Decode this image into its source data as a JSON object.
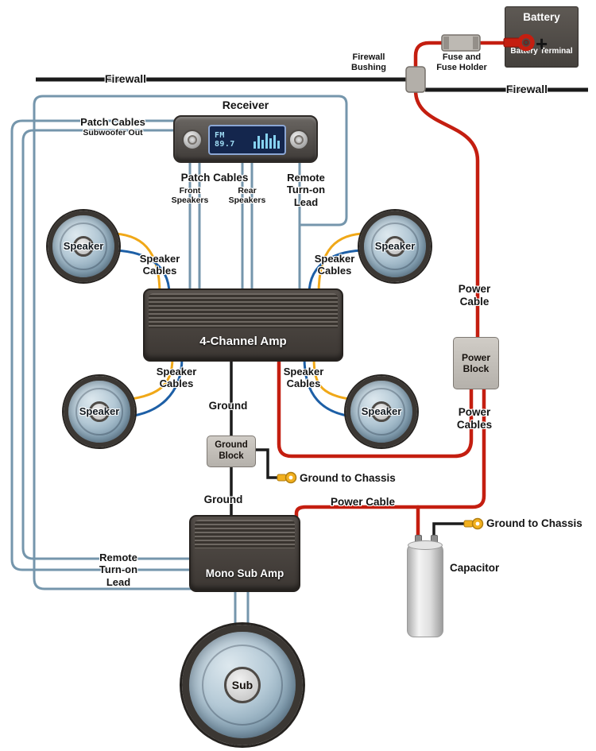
{
  "colors": {
    "power_cable": "#c41e10",
    "ground_cable": "#1c1c1c",
    "speaker_cable_yellow": "#f0a818",
    "speaker_cable_blue": "#1d5fa6",
    "patch_cable": "#7596ac",
    "connector_yellow": "#f2b01e"
  },
  "battery": {
    "label": "Battery",
    "terminal": [
      "Battery",
      "Terminal"
    ],
    "plus": "+"
  },
  "fuse": {
    "label": [
      "Fuse and",
      "Fuse Holder"
    ]
  },
  "bushing": {
    "label": [
      "Firewall",
      "Bushing"
    ]
  },
  "firewall": {
    "left": "Firewall",
    "right": "Firewall"
  },
  "receiver": {
    "label": "Receiver",
    "display": "FM 89.7"
  },
  "patch_top": {
    "title": "Patch Cables",
    "subtitle": "Subwoofer Out"
  },
  "patch_mid": {
    "title": "Patch Cables",
    "front": [
      "Front",
      "Speakers"
    ],
    "rear": [
      "Rear",
      "Speakers"
    ]
  },
  "remote_top": [
    "Remote",
    "Turn-on",
    "Lead"
  ],
  "remote_bottom": [
    "Remote",
    "Turn-on",
    "Lead"
  ],
  "speakers": [
    {
      "label": "Speaker"
    },
    {
      "label": "Speaker"
    },
    {
      "label": "Speaker"
    },
    {
      "label": "Speaker"
    }
  ],
  "speaker_cables": [
    [
      "Speaker",
      "Cables"
    ],
    [
      "Speaker",
      "Cables"
    ],
    [
      "Speaker",
      "Cables"
    ],
    [
      "Speaker",
      "Cables"
    ]
  ],
  "amp4": {
    "label": "4-Channel Amp"
  },
  "mono_amp": {
    "label": "Mono Sub Amp"
  },
  "sub": {
    "label": "Sub"
  },
  "ground": {
    "upper": "Ground",
    "lower": "Ground",
    "block": [
      "Ground",
      "Block"
    ],
    "chassis_amp": "Ground to Chassis",
    "chassis_cap": "Ground to Chassis"
  },
  "power": {
    "cable_right": [
      "Power",
      "Cable"
    ],
    "block": [
      "Power",
      "Block"
    ],
    "cables": [
      "Power",
      "Cables"
    ],
    "cable_mono": "Power Cable"
  },
  "capacitor": {
    "label": "Capacitor"
  }
}
